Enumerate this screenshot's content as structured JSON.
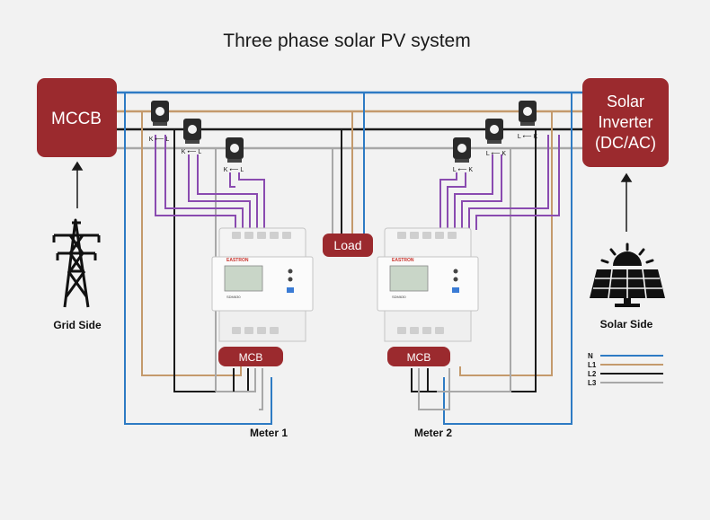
{
  "title": "Three phase solar PV system",
  "mccb_label": "MCCB",
  "inverter_label_lines": [
    "Solar",
    "Inverter",
    "(DC/AC)"
  ],
  "grid_label": "Grid Side",
  "solar_label": "Solar Side",
  "load_label": "Load",
  "meter1": {
    "label": "Meter 1",
    "mcb": "MCB",
    "brand": "EASTRON",
    "model": "SDM630"
  },
  "meter2": {
    "label": "Meter 2",
    "mcb": "MCB",
    "brand": "EASTRON",
    "model": "SDM630"
  },
  "ct_left": [
    "K ⟵ L",
    "K ⟵ L",
    "K ⟵ L"
  ],
  "ct_right": [
    "L ⟵ K",
    "L ⟵ K",
    "L ⟵ K"
  ],
  "legend": [
    {
      "name": "N",
      "color": "#2e7bc4"
    },
    {
      "name": "L1",
      "color": "#c49a6c"
    },
    {
      "name": "L2",
      "color": "#1a1a1a"
    },
    {
      "name": "L3",
      "color": "#a8a8a8"
    }
  ],
  "colors": {
    "box": "#9b2a2e",
    "ct_wire": "#8a4bb0"
  }
}
